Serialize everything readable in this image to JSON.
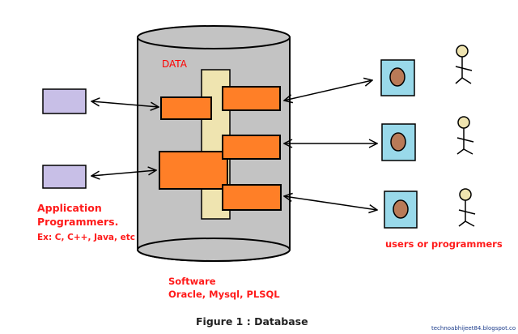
{
  "diagram": {
    "title": "Figure 1 : Database",
    "database": {
      "label": "DATA",
      "software_title": "Software",
      "software_examples": "Oracle, Mysql, PLSQL"
    },
    "application_programmers": {
      "title_line1": "Application",
      "title_line2": "Programmers.",
      "examples": "Ex: C, C++, Java, etc",
      "terminal_count": 2
    },
    "users": {
      "label": "users or programmers",
      "workstation_count": 3
    },
    "watermark": "technoabhijeet84.blogspot.co",
    "colors": {
      "cylinder": "#c3c3c3",
      "data_column": "#efe4b0",
      "data_block": "#ff7f27",
      "terminal": "#c8bfe7",
      "workstation_screen": "#99d9ea",
      "workstation_face": "#b97a57",
      "person_head": "#efe4b0",
      "label_text": "#ff0000"
    }
  }
}
